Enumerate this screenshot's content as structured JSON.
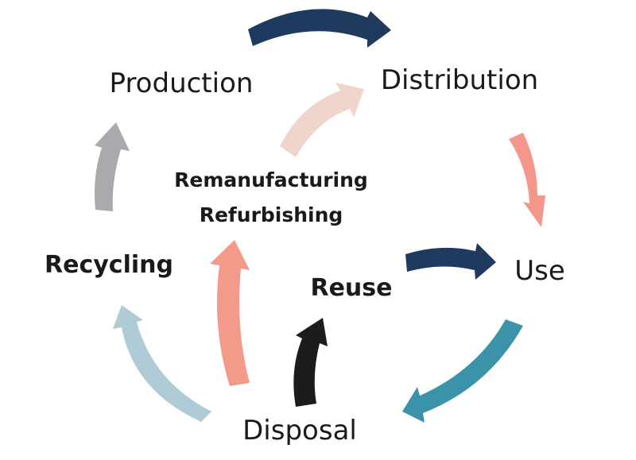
{
  "diagram": {
    "stages": {
      "production": "Production",
      "distribution": "Distribution",
      "use": "Use",
      "disposal": "Disposal",
      "recycling": "Recycling",
      "reuse": "Reuse",
      "remanufacturing": "Remanufacturing",
      "refurbishing": "Refurbishing"
    },
    "arrow_colors": {
      "production_to_distribution": "#1e3a5f",
      "distribution_to_use": "#f2978a",
      "use_to_disposal": "#3a93a8",
      "disposal_to_recycling": "#aecbd6",
      "recycling_to_production": "#a9aaad",
      "refurbishing_to_distribution": "#f0d5cc",
      "disposal_to_refurbishing": "#f49a8a",
      "disposal_to_reuse": "#1c1c1c",
      "reuse_to_use": "#1e3a5f"
    }
  }
}
